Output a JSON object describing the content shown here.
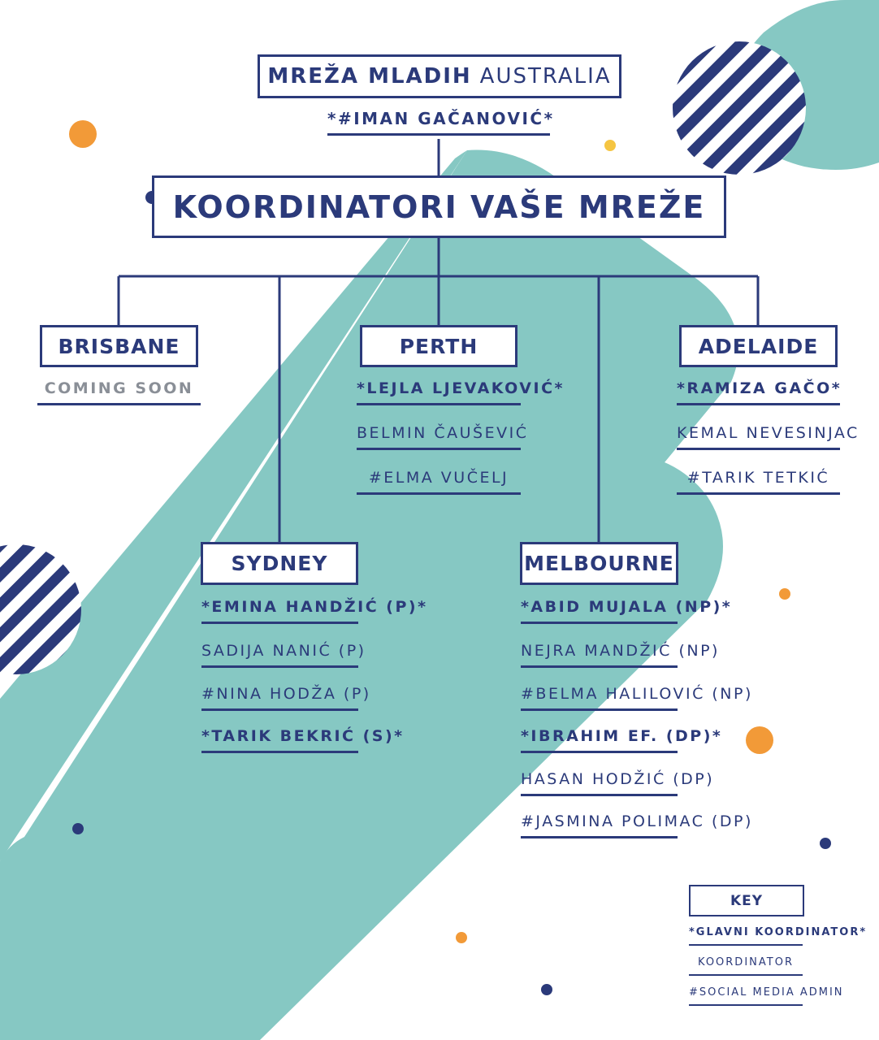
{
  "colors": {
    "navy": "#2b3a7a",
    "teal": "#86c8c3",
    "orange": "#f29a38",
    "yellow": "#f5c542"
  },
  "network": {
    "title_bold": "MREŽA MLADIH",
    "title_light": "AUSTRALIA",
    "leader": "*#IMAN GAČANOVIĆ*"
  },
  "coordinators_title": "KOORDINATORI VAŠE MREŽE",
  "cities": {
    "brisbane": {
      "name": "BRISBANE",
      "members": [
        "COMING SOON"
      ]
    },
    "perth": {
      "name": "PERTH",
      "members": [
        "*LEJLA LJEVAKOVIĆ*",
        "BELMIN ČAUŠEVIĆ",
        "#ELMA VUČELJ"
      ]
    },
    "adelaide": {
      "name": "ADELAIDE",
      "members": [
        "*RAMIZA GAČO*",
        "KEMAL NEVESINJAC",
        "#TARIK TETKIĆ"
      ]
    },
    "sydney": {
      "name": "SYDNEY",
      "members": [
        "*EMINA HANDŽIĆ (P)*",
        "SADIJA NANIĆ (P)",
        "#NINA HODŽA (P)",
        "*TARIK BEKRIĆ (S)*"
      ]
    },
    "melbourne": {
      "name": "MELBOURNE",
      "members": [
        "*ABID MUJALA (NP)*",
        "NEJRA MANDŽIĆ (NP)",
        "#BELMA HALILOVIĆ (NP)",
        "*IBRAHIM EF. (DP)*",
        "HASAN HODŽIĆ (DP)",
        "#JASMINA POLIMAC (DP)"
      ]
    }
  },
  "key": {
    "title": "KEY",
    "items": [
      "*GLAVNI KOORDINATOR*",
      "KOORDINATOR",
      "#SOCIAL MEDIA ADMIN"
    ]
  }
}
